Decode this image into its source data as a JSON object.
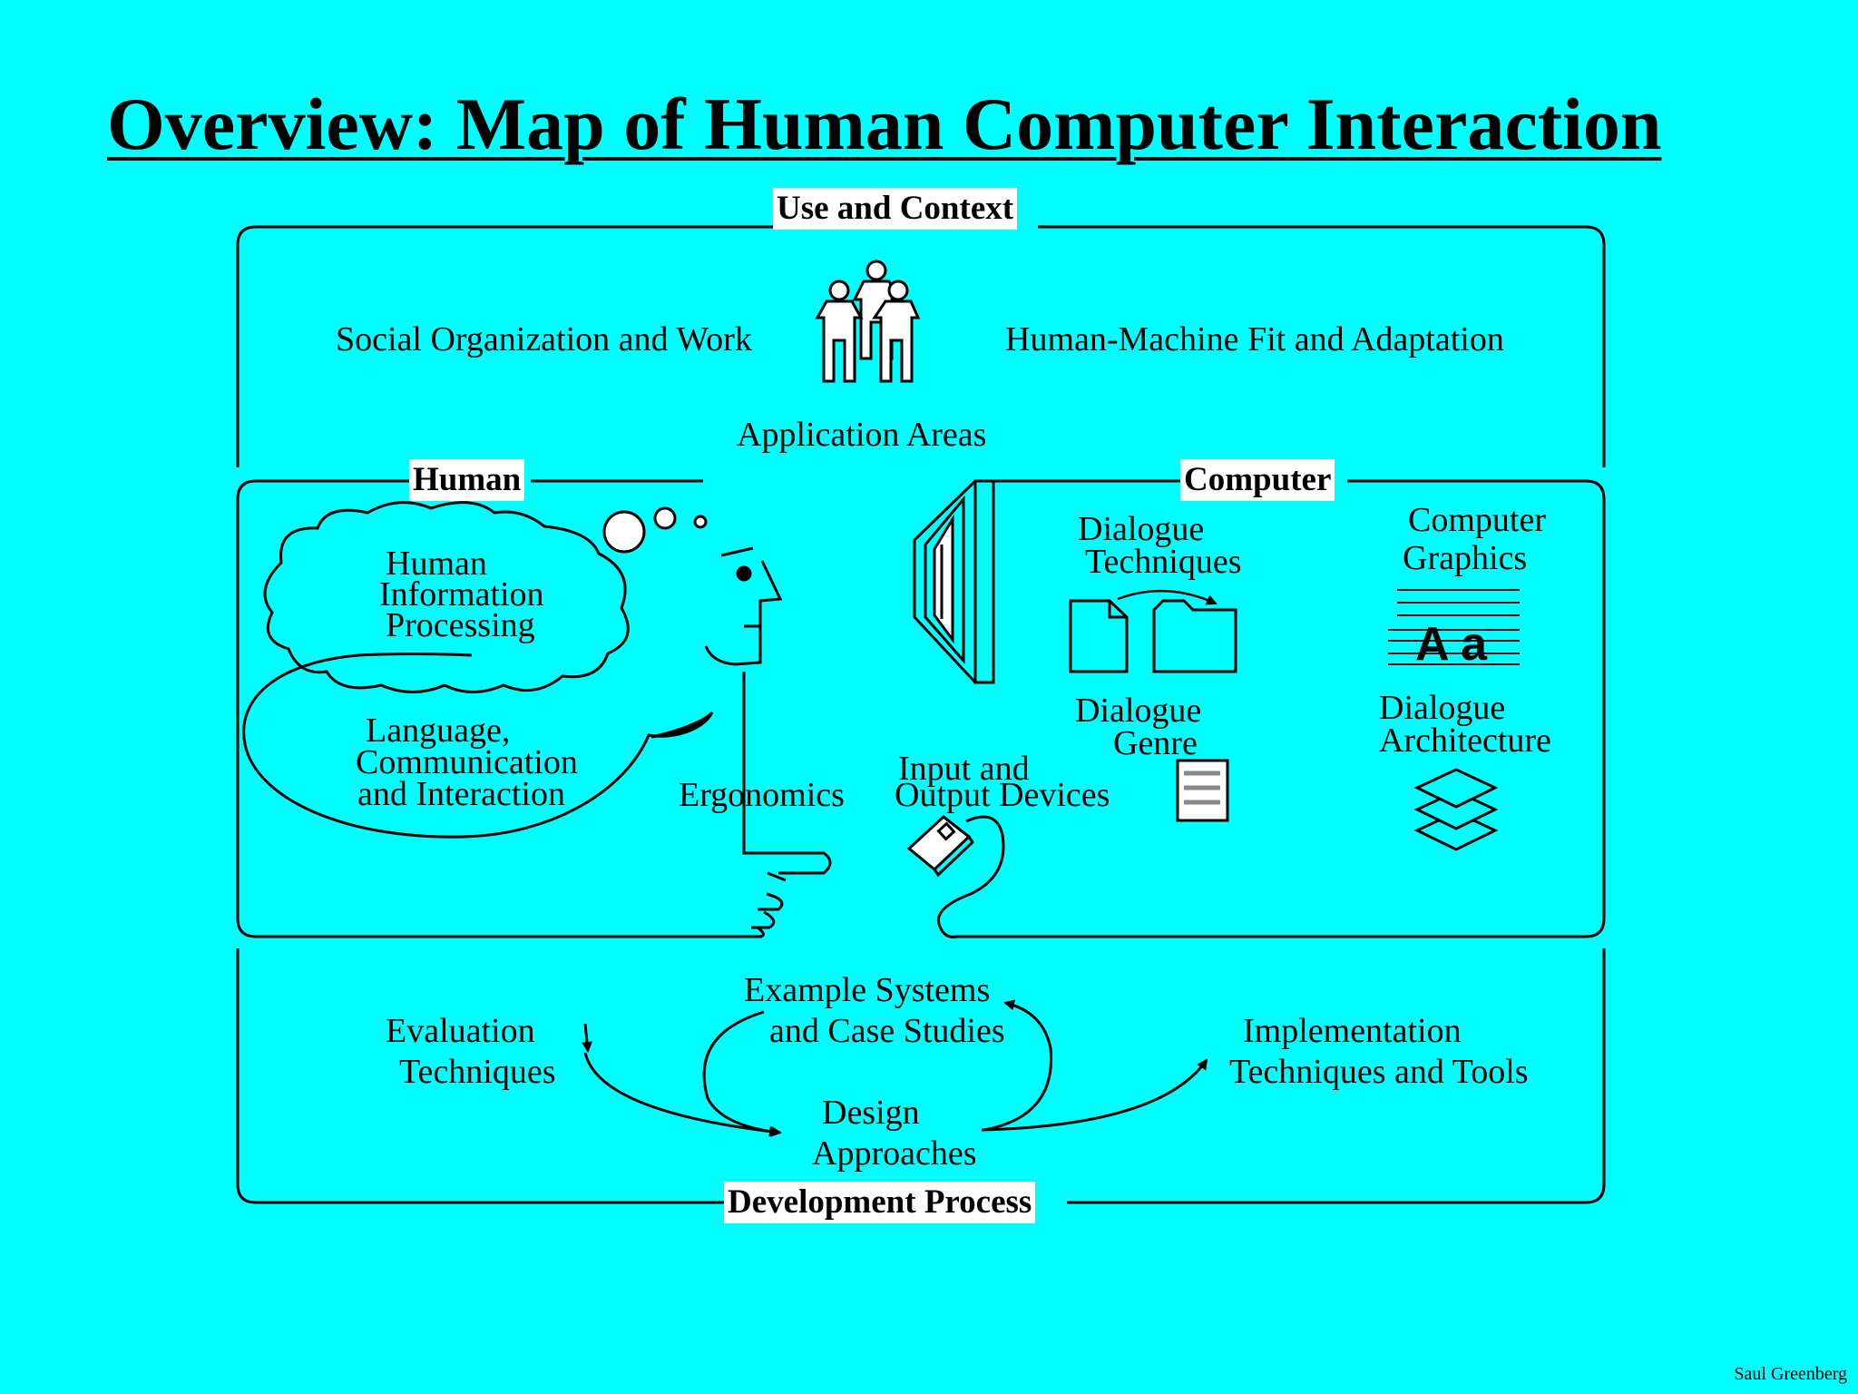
{
  "title": "Overview: Map of Human Computer Interaction",
  "sections": {
    "use_context": "Use and Context",
    "human": "Human",
    "computer": "Computer",
    "development": "Development Process"
  },
  "use_context": {
    "social": "Social Organization and Work",
    "fit": "Human-Machine Fit and Adaptation",
    "application": "Application Areas"
  },
  "human": {
    "info_processing": [
      "Human",
      "Information",
      "Processing"
    ],
    "language": [
      "Language,",
      "Communication",
      "and Interaction"
    ],
    "ergonomics": "Ergonomics"
  },
  "computer": {
    "io_devices": [
      "Input and",
      "Output Devices"
    ],
    "dialogue_techniques": [
      "Dialogue",
      "Techniques"
    ],
    "computer_graphics": [
      "Computer",
      "Graphics"
    ],
    "graphics_glyph": "A a",
    "dialogue_genre": [
      "Dialogue",
      "Genre"
    ],
    "dialogue_architecture": [
      "Dialogue",
      "Architecture"
    ]
  },
  "development": {
    "evaluation": [
      "Evaluation",
      "Techniques"
    ],
    "examples": [
      "Example Systems",
      "and Case Studies"
    ],
    "design": [
      "Design",
      "Approaches"
    ],
    "implementation": [
      "Implementation",
      "Techniques and Tools"
    ]
  },
  "credit": "Saul Greenberg",
  "colors": {
    "background": "#00ffff",
    "label_bg": "#ffffff",
    "ink": "#000000"
  },
  "icons": [
    "people-icon",
    "thought-cloud-icon",
    "head-profile-icon",
    "monitor-icon",
    "document-icon",
    "folder-icon",
    "mouse-icon",
    "layers-icon",
    "text-lines-icon",
    "hand-icon"
  ]
}
